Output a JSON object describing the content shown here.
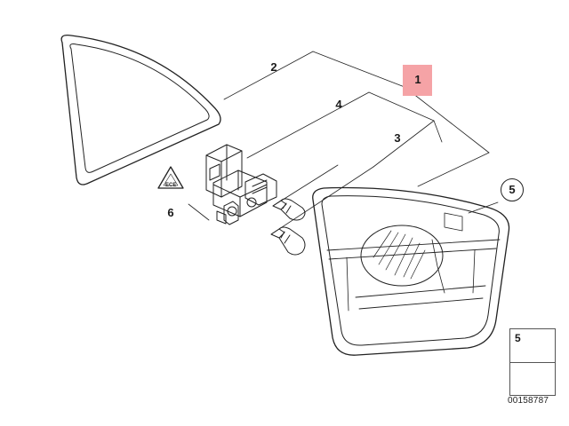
{
  "diagram": {
    "callouts": {
      "c1": "1",
      "c2": "2",
      "c3": "3",
      "c4": "4",
      "c5": "5",
      "c6": "6"
    },
    "reference_box": {
      "part_number": "5"
    },
    "document_id": "00158787",
    "warning_symbol_text": "ECE",
    "colors": {
      "highlight": "#f5a3a6",
      "line": "#222222"
    }
  }
}
